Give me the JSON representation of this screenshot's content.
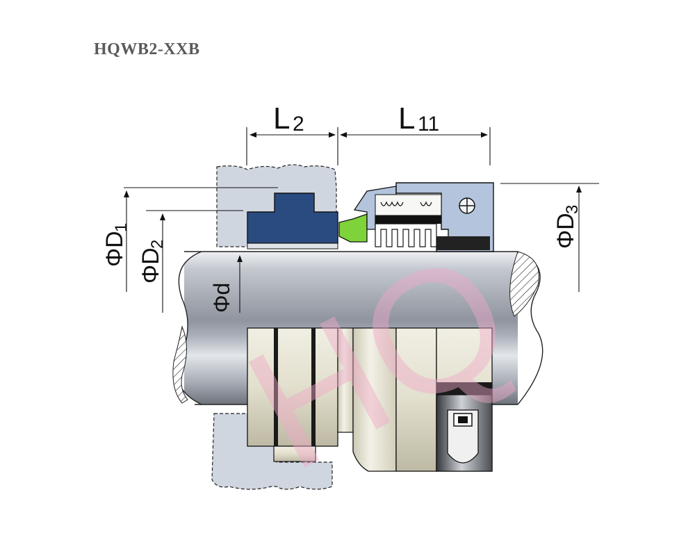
{
  "title": "HQWB2-XXB",
  "labels": {
    "l2": "L",
    "l2_sub": "2",
    "l11": "L",
    "l11_sub": "11",
    "d1": "ΦD",
    "d1_sub": "1",
    "d2": "ΦD",
    "d2_sub": "2",
    "d3": "ΦD",
    "d3_sub": "3",
    "d": "Φd"
  },
  "watermark": "HQ",
  "colors": {
    "gland_blue": "#2a4b80",
    "housing_blue": "#b3c4dc",
    "green_oring": "#7ed23a",
    "shaft": "#a7acb6",
    "cream": "#e6e3d3",
    "cavity": "#cfd6df",
    "watermark_pink": "#f0a8c8"
  }
}
